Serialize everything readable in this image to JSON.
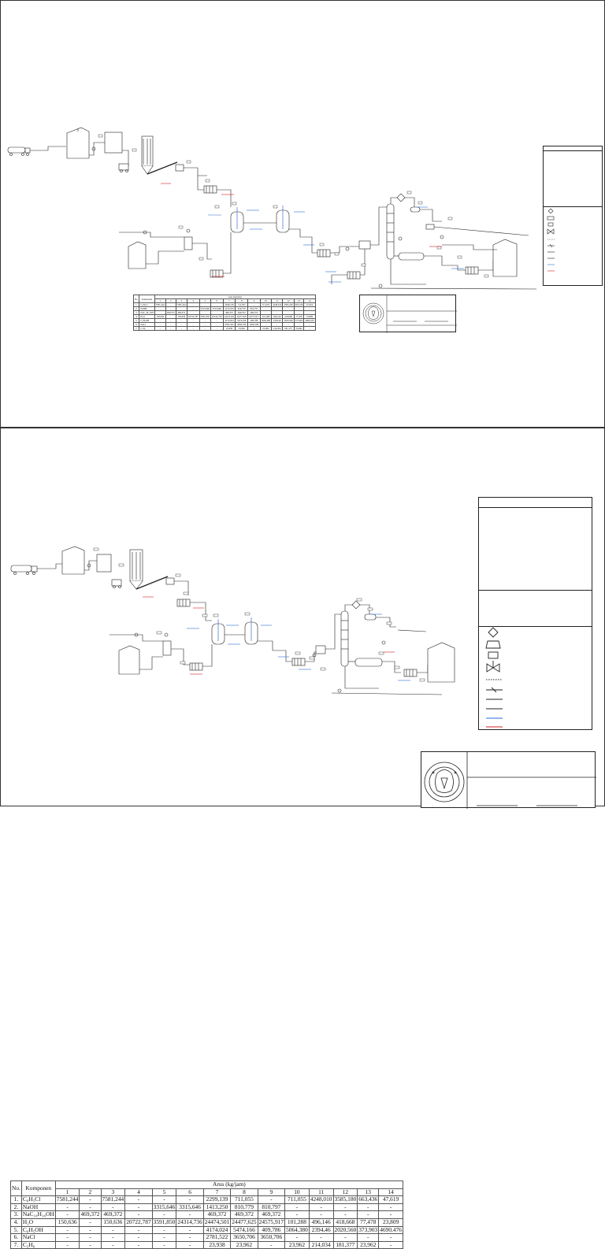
{
  "stream_table": {
    "no_header": "No.",
    "komponen_header": "Komponen",
    "arus_header": "Arus (kg/jam)",
    "stream_numbers": [
      "1",
      "2",
      "3",
      "4",
      "5",
      "6",
      "7",
      "8",
      "9",
      "10",
      "11",
      "12",
      "13",
      "14"
    ],
    "rows": [
      {
        "no": "1.",
        "komponen": "C₆H₅Cl",
        "values": [
          "7581,244",
          "-",
          "7581,244",
          "-",
          "-",
          "-",
          "2299,139",
          "711,055",
          "-",
          "711,055",
          "4248,010",
          "3585,180",
          "663,436",
          "47,619"
        ]
      },
      {
        "no": "2.",
        "komponen": "NaOH",
        "values": [
          "-",
          "-",
          "-",
          "-",
          "3315,646",
          "3315,646",
          "1413,250",
          "810,779",
          "810,797",
          "-",
          "-",
          "-",
          "-",
          "-"
        ]
      },
      {
        "no": "3.",
        "komponen": "NaC₁₀H₁₀OH",
        "values": [
          "-",
          "469,372",
          "469,372",
          "-",
          "-",
          "-",
          "469,372",
          "469,372",
          "469,372",
          "-",
          "-",
          "-",
          "-",
          "-"
        ]
      },
      {
        "no": "4.",
        "komponen": "H₂O",
        "values": [
          "150,636",
          "-",
          "150,636",
          "20722,787",
          "3591,850",
          "24314,736",
          "24474,501",
          "24477,625",
          "24575,917",
          "101,288",
          "496,146",
          "418,668",
          "77,478",
          "23,809"
        ]
      },
      {
        "no": "5.",
        "komponen": "C₆H₅OH",
        "values": [
          "-",
          "-",
          "-",
          "-",
          "-",
          "-",
          "4174,024",
          "5474,166",
          "409,786",
          "5064,380",
          "2394,46",
          "2020,560",
          "373,903",
          "4690,476"
        ]
      },
      {
        "no": "6.",
        "komponen": "NaCl",
        "values": [
          "-",
          "-",
          "-",
          "-",
          "-",
          "-",
          "2781,522",
          "3650,706",
          "3650,706",
          "-",
          "-",
          "-",
          "-",
          "-"
        ]
      },
      {
        "no": "7.",
        "komponen": "C₂H₆",
        "values": [
          "-",
          "-",
          "-",
          "-",
          "-",
          "-",
          "23,938",
          "23,962",
          "-",
          "23,962",
          "214,034",
          "181,377",
          "23,962",
          "-"
        ]
      }
    ]
  }
}
